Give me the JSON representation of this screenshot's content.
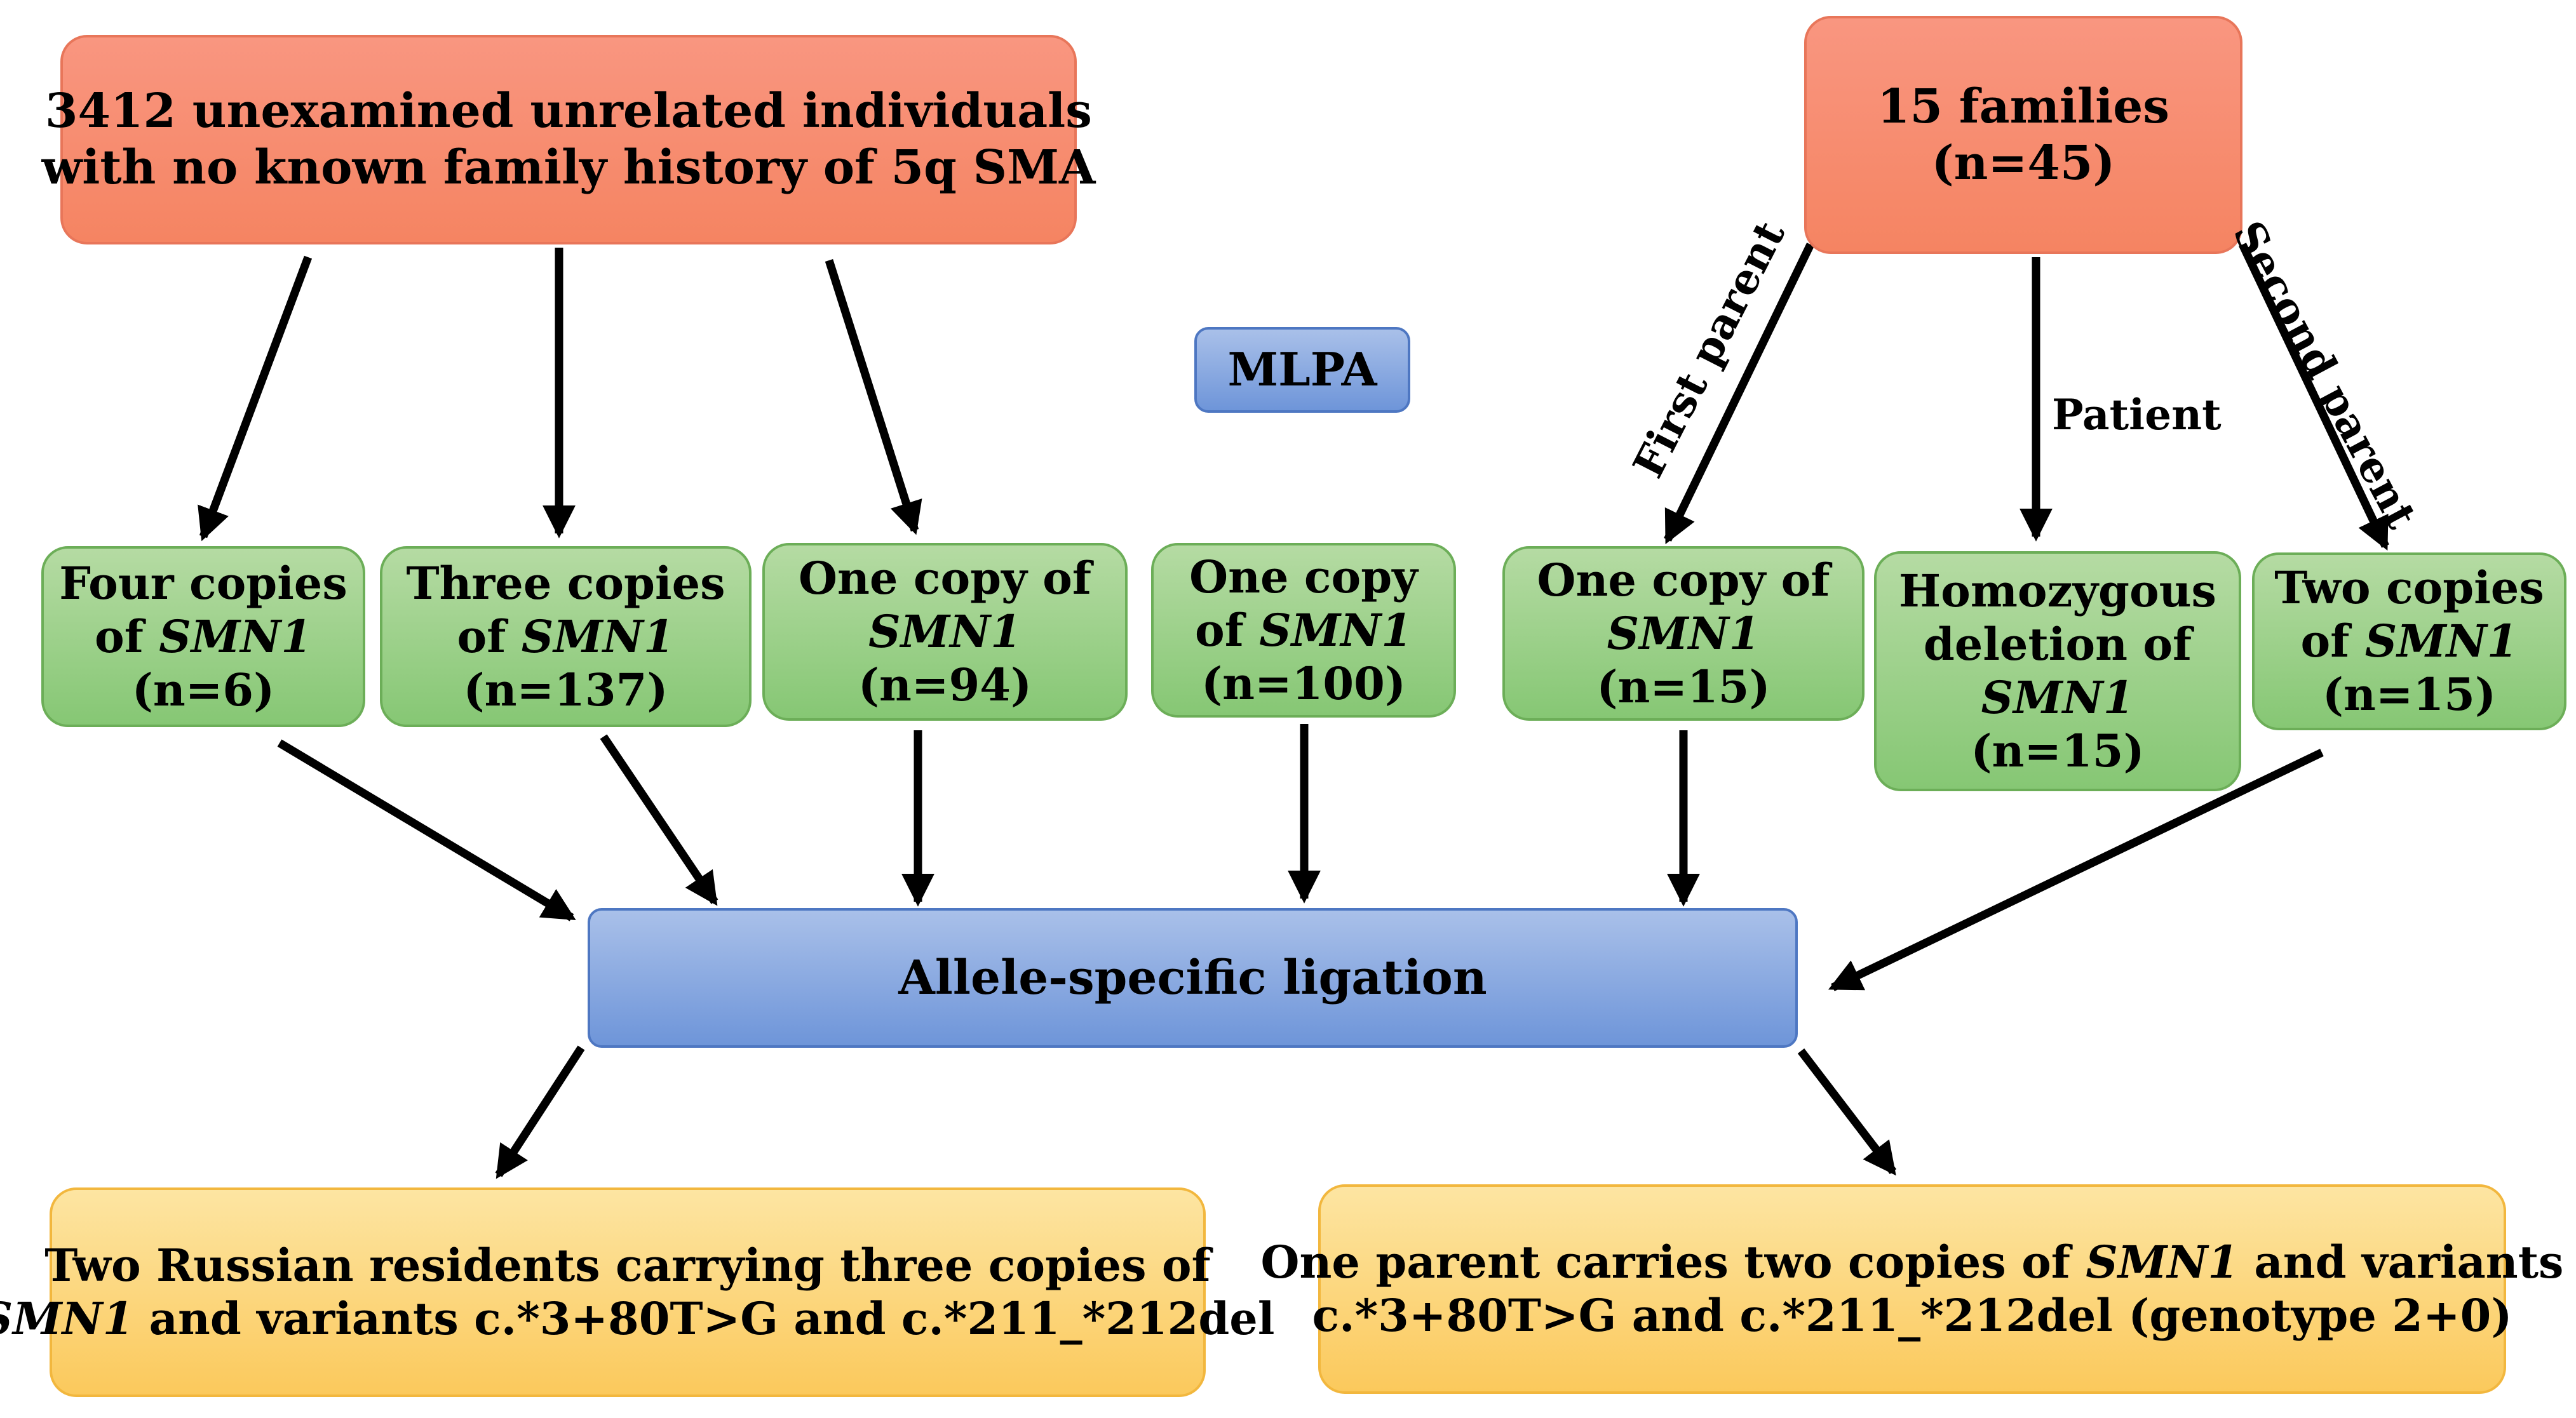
{
  "top_left": {
    "line1": "3412 unexamined unrelated individuals",
    "line2": "with no known family history of 5q SMA"
  },
  "top_right": {
    "line1": "15 families",
    "line2": "(n=45)"
  },
  "mlpa_label": "MLPA",
  "branch_labels": {
    "first_parent": "First parent",
    "patient": "Patient",
    "second_parent": "Second parent"
  },
  "gene": "SMN1",
  "groups": {
    "four_copies": {
      "line1": "Four copies",
      "line2_prefix": "of ",
      "count": "(n=6)"
    },
    "three_copies": {
      "line1": "Three copies",
      "line2_prefix": "of ",
      "count": "(n=137)"
    },
    "one_copy_a": {
      "line1": "One copy of",
      "count": "(n=94)"
    },
    "one_copy_b": {
      "line1": "One copy",
      "line2_prefix": "of ",
      "count": "(n=100)"
    },
    "one_copy_family": {
      "line1": "One copy of",
      "count": "(n=15)"
    },
    "homozygous": {
      "line1": "Homozygous",
      "line2": "deletion of",
      "count": "(n=15)"
    },
    "two_copies": {
      "line1": "Two copies",
      "line2_prefix": "of ",
      "count": "(n=15)"
    }
  },
  "ligation_label": "Allele-specific ligation",
  "result_left": {
    "line1": "Two Russian residents carrying three copies of",
    "line2_suffix": " and variants c.*3+80T>G and c.*211_*212del"
  },
  "result_right": {
    "line1_prefix": "One parent carries two copies of ",
    "line1_suffix": " and variants",
    "line2": "c.*3+80T>G and c.*211_*212del (genotype 2+0)"
  },
  "colors": {
    "orange": "#f58462",
    "green": "#86c774",
    "blue": "#6e95d9",
    "yellow": "#fbc95c",
    "arrow": "#000000"
  }
}
